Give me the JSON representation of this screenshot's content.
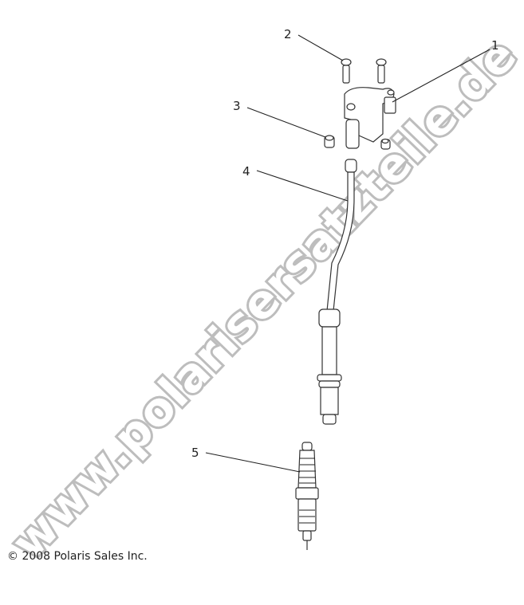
{
  "diagram": {
    "callouts": [
      "1",
      "2",
      "3",
      "4",
      "5"
    ],
    "parts": [
      "ignition-coil",
      "coil-bolt",
      "nut",
      "spark-plug-wire",
      "spark-plug"
    ]
  },
  "watermark": "www.polarisersatzteile.de",
  "copyright": "© 2008 Polaris Sales Inc."
}
